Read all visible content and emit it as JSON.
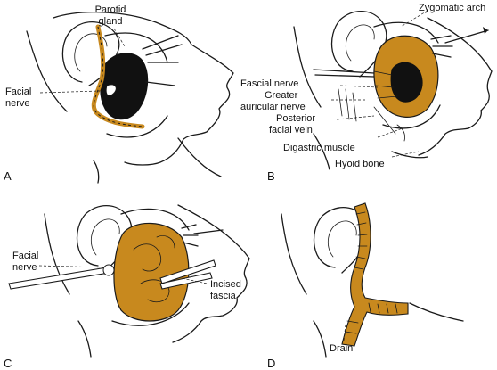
{
  "colors": {
    "gland": "#c8891e",
    "line": "#1a1a1a",
    "tumor": "#111111"
  },
  "panels": {
    "a": {
      "letter": "A",
      "labels": {
        "parotid_gland": [
          "Parotid",
          "gland"
        ],
        "facial_nerve": [
          "Facial",
          "nerve"
        ]
      }
    },
    "b": {
      "letter": "B",
      "labels": {
        "zygomatic_arch": "Zygomatic arch",
        "facial_nerve": "Fascial nerve",
        "greater_auricular_nerve": [
          "Greater",
          "auricular nerve"
        ],
        "posterior_facial_vein": [
          "Posterior",
          "facial vein"
        ],
        "digastric_muscle": "Digastric muscle",
        "hyoid_bone": "Hyoid bone"
      }
    },
    "c": {
      "letter": "C",
      "labels": {
        "facial_nerve": [
          "Facial",
          "nerve"
        ],
        "incised_fascia": [
          "Incised",
          "fascia"
        ]
      }
    },
    "d": {
      "letter": "D",
      "labels": {
        "drain": "Drain"
      }
    }
  }
}
